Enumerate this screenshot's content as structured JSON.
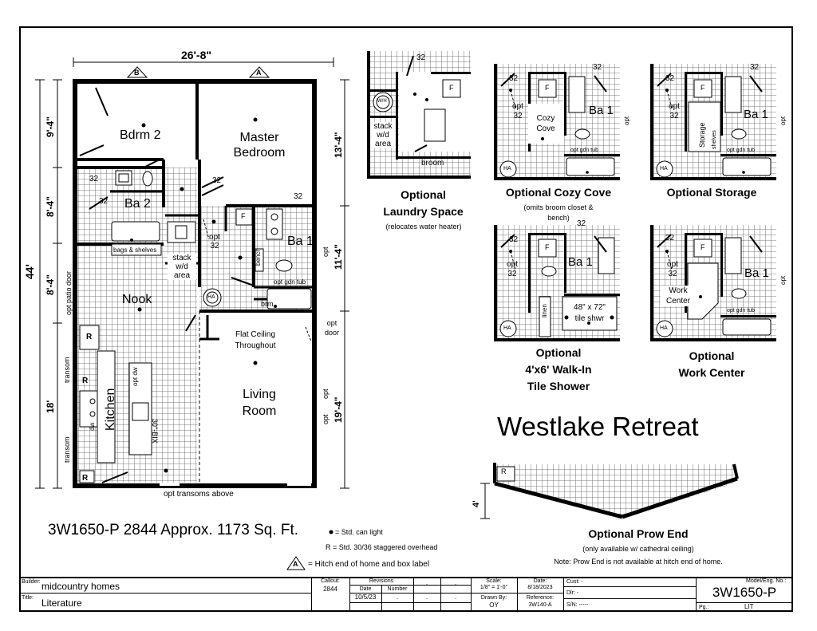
{
  "plan": {
    "width_dim": "26'-8\"",
    "length_dim": "44'",
    "hitch_b": "B",
    "hitch_a": "A",
    "left_dims": [
      "9'-4\"",
      "8'-4\"",
      "8'-4\"",
      "18'"
    ],
    "right_dims": [
      "13'-4\"",
      "11'-4\"",
      "19'-4\""
    ],
    "rooms": {
      "bdrm2": "Bdrm 2",
      "master": "Master\nBedroom",
      "ba2": "Ba 2",
      "ba1": "Ba 1",
      "nook": "Nook",
      "kitchen": "Kitchen",
      "living": "Living\nRoom",
      "flat_ceiling": "Flat Ceiling\nThroughout"
    },
    "notes": {
      "closet32_a": "32",
      "closet32_b": "32",
      "closet32_c": "32",
      "closet32_d": "32",
      "opt32": "opt\n32",
      "stack": "stack\nw/d\narea",
      "bags_shelves": "bags & shelves",
      "opt_gdn_tub": "opt gdn tub",
      "bench": "bench",
      "brm": "brm",
      "wh": "HA",
      "opt_patio_door": "opt patio door",
      "opt_door": "opt\ndoor",
      "opt_a": "opt",
      "opt_b": "opt",
      "opt_ba1": "opt",
      "transom_a": "transom",
      "transom_b": "transom",
      "opt_dw": "opt dw",
      "dw": "dw",
      "island": "30\"-BIX",
      "r_upper": "R",
      "r_lower": "R",
      "r_bottom": "R",
      "fridge": "F",
      "opt_transoms_above": "opt transoms above"
    }
  },
  "options": [
    {
      "title": "Optional\nLaundry Space",
      "sub": "(relocates water heater)",
      "labels": [
        "32",
        "stack\nw/d\narea",
        "broom",
        "F",
        "W/H"
      ]
    },
    {
      "title": "Optional Cozy Cove",
      "sub": "(omits broom closet &\nbench)",
      "labels": [
        "32",
        "32",
        "opt\n32",
        "Cozy\nCove",
        "Ba 1",
        "opt",
        "opt gdn tub",
        "F",
        "HA"
      ]
    },
    {
      "title": "Optional Storage",
      "sub": "",
      "labels": [
        "32",
        "32",
        "opt\n32",
        "Storage",
        "shelves",
        "Ba 1",
        "opt",
        "opt gdn tub",
        "F",
        "HA"
      ]
    },
    {
      "title": "Optional\n4'x6' Walk-In\nTile Shower",
      "sub": "",
      "labels": [
        "32",
        "32",
        "opt\n32",
        "Ba 1",
        "linen",
        "48\" x 72\"\ntile shwr",
        "F",
        "HA"
      ]
    },
    {
      "title": "Optional\nWork Center",
      "sub": "",
      "labels": [
        "32",
        "opt\n32",
        "Ba 1",
        "opt",
        "Work\nCenter",
        "opt gdn tub",
        "F",
        "HA"
      ]
    }
  ],
  "prow": {
    "title": "Optional Prow End",
    "sub": "(only available w/ cathedral ceiling)",
    "note": "Note: Prow End is not available at hitch end of home.",
    "dim": "4'",
    "r": "R"
  },
  "model_name": "Westlake Retreat",
  "summary": "3W1650-P 2844 Approx. 1173 Sq. Ft.",
  "legend": {
    "can_light": "= Std. can light",
    "staggered": "R = Std. 30/36 staggered overhead",
    "hitch_symbol": "A",
    "hitch": "= Hitch end of home and box label"
  },
  "title_block": {
    "builder_label": "Builder:",
    "builder": "midcountry homes",
    "title_label": "Title:",
    "title": "Literature",
    "callout_label": "Callout:",
    "callout": "2844",
    "revisions_label": "Revisions",
    "date_label": "Date",
    "number_label": "Number",
    "rev_date": "10/5/23",
    "rev_number": ".",
    "dots": ".",
    "scale_label": "Scale:",
    "scale": "1/8\" = 1'-0\"",
    "drawn_label": "Drawn By:",
    "drawn": "OY",
    "date_h_label": "Date:",
    "date": "8/18/2023",
    "ref_label": "Reference:",
    "ref": "3W140-A",
    "cust_label": "Cust: -",
    "dlr_label": "Dlr: -",
    "sn_label": "S/N: -----",
    "model_label": "Model/Eng. No.:",
    "model": "3W1650-P",
    "pg_label": "Pg.:",
    "pg": "LIT"
  }
}
